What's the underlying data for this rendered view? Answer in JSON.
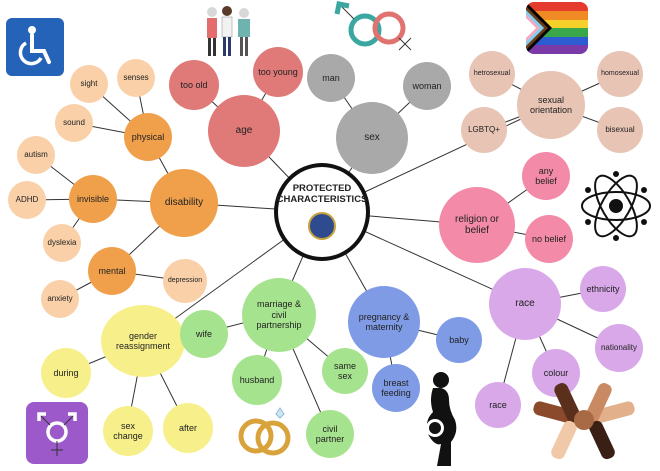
{
  "center": {
    "line1": "PROTECTED",
    "line2": "CHARACTERISTICS"
  },
  "nodes": {
    "age": "age",
    "too_old": "too old",
    "too_young": "too young",
    "sex": "sex",
    "man": "man",
    "woman": "woman",
    "sexual_orientation": "sexual orientation",
    "hetrosexual": "hetrosexual",
    "homosexual": "homosexual",
    "lgbtq": "LGBTQ+",
    "bisexual": "bisexual",
    "religion": "religion or belief",
    "any_belief": "any belief",
    "no_belief": "no belief",
    "disability": "disability",
    "physical": "physical",
    "sight": "sight",
    "senses": "senses",
    "sound": "sound",
    "invisible": "invisible",
    "autism": "autism",
    "adhd": "ADHD",
    "dyslexia": "dyslexia",
    "mental": "mental",
    "depression": "depression",
    "anxiety": "anxiety",
    "gender_reassignment": "gender reassignment",
    "during": "during",
    "sex_change": "sex change",
    "after": "after",
    "marriage": "marriage & civil partnership",
    "wife": "wife",
    "husband": "husband",
    "civil_partner": "civil partner",
    "same_sex": "same sex",
    "pregnancy": "pregnancy & maternity",
    "baby": "baby",
    "breast_feeding": "breast feeding",
    "race": "race",
    "ethnicity": "ethnicity",
    "nationality": "nationality",
    "colour": "colour",
    "race_sub": "race"
  },
  "colors": {
    "red": "#e07a78",
    "red_light": "#f3b6b4",
    "grey": "#a9a9a9",
    "grey_light": "#c8c8c8",
    "tan": "#e8c4b4",
    "tan_light": "#f1d9cd",
    "pink": "#f38aa8",
    "pink_light": "#f7b4c8",
    "orange": "#f0a04b",
    "orange_light": "#f9d0a8",
    "yellow": "#f7f08a",
    "yellow_light": "#faf6b0",
    "green": "#a6e38f",
    "green_light": "#c5efb4",
    "blue": "#7f9be6",
    "blue_light": "#a9bdf0",
    "violet": "#d9a8e8",
    "violet_light": "#e9c9f2"
  },
  "icons": [
    "wheelchair-icon",
    "elderly-people-icon",
    "gender-symbols-icon",
    "pride-flag-icon",
    "religion-symbols-icon",
    "transgender-symbol-icon",
    "wedding-rings-icon",
    "pregnant-woman-icon",
    "joined-hands-icon"
  ]
}
